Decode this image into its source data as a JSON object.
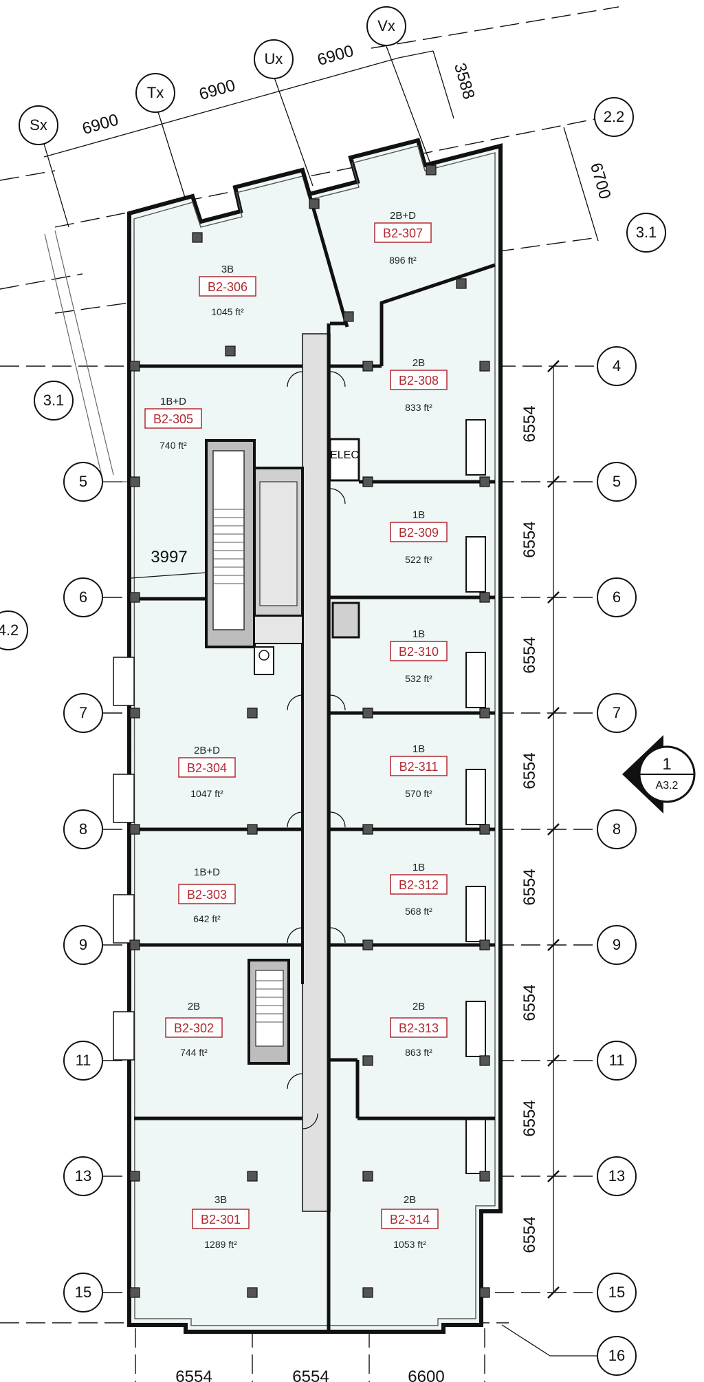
{
  "grid_lines_top": [
    "Sx",
    "Tx",
    "Ux",
    "Vx"
  ],
  "grid_lines_side": [
    "2.2",
    "3.1",
    "4",
    "5",
    "6",
    "7",
    "8",
    "9",
    "11",
    "13",
    "15",
    "16"
  ],
  "grid_line_left_extra": [
    "3.1",
    "4.2"
  ],
  "dims_top": [
    "6900",
    "6900",
    "6900",
    "3588"
  ],
  "dim_right_top": "6700",
  "dims_right": [
    "6554",
    "6554",
    "6554",
    "6554",
    "6554",
    "6554",
    "6554",
    "6554"
  ],
  "dims_bottom": [
    "6554",
    "6554",
    "6600"
  ],
  "dim_left_misc": "3997",
  "elec_label": "ELEC",
  "section_marker": {
    "number": "1",
    "sheet": "A3.2"
  },
  "units": [
    {
      "id": "B2-306",
      "type": "3B",
      "area": "1045 ft²"
    },
    {
      "id": "B2-307",
      "type": "2B+D",
      "area": "896 ft²"
    },
    {
      "id": "B2-308",
      "type": "2B",
      "area": "833 ft²"
    },
    {
      "id": "B2-305",
      "type": "1B+D",
      "area": "740 ft²"
    },
    {
      "id": "B2-309",
      "type": "1B",
      "area": "522 ft²"
    },
    {
      "id": "B2-310",
      "type": "1B",
      "area": "532 ft²"
    },
    {
      "id": "B2-304",
      "type": "2B+D",
      "area": "1047 ft²"
    },
    {
      "id": "B2-311",
      "type": "1B",
      "area": "570 ft²"
    },
    {
      "id": "B2-303",
      "type": "1B+D",
      "area": "642 ft²"
    },
    {
      "id": "B2-312",
      "type": "1B",
      "area": "568 ft²"
    },
    {
      "id": "B2-302",
      "type": "2B",
      "area": "744 ft²"
    },
    {
      "id": "B2-313",
      "type": "2B",
      "area": "863 ft²"
    },
    {
      "id": "B2-301",
      "type": "3B",
      "area": "1289 ft²"
    },
    {
      "id": "B2-314",
      "type": "2B",
      "area": "1053 ft²"
    }
  ]
}
